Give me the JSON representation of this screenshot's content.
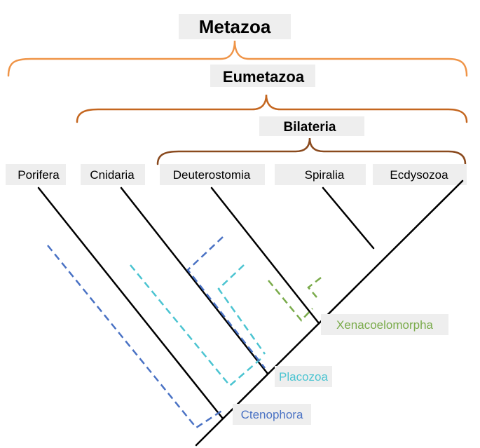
{
  "clades": [
    {
      "name": "Metazoa",
      "color": "#ef9447"
    },
    {
      "name": "Eumetazoa",
      "color": "#c4661f"
    },
    {
      "name": "Bilateria",
      "color": "#8a4a1e"
    }
  ],
  "tips": [
    "Porifera",
    "Cnidaria",
    "Deuterostomia",
    "Spiralia",
    "Ecdysozoa"
  ],
  "alternative_placements": [
    {
      "name": "Xenacoelomorpha",
      "color": "#7aab4b"
    },
    {
      "name": "Placozoa",
      "color": "#4bc4d1"
    },
    {
      "name": "Ctenophora",
      "color": "#4a72c4"
    }
  ]
}
